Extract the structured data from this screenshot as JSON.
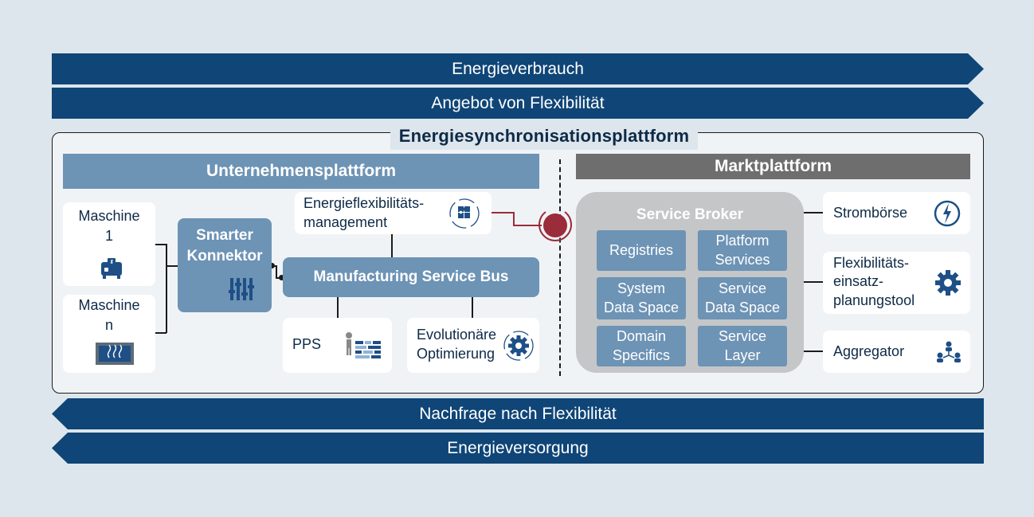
{
  "flows": {
    "top": [
      "Energieverbrauch",
      "Angebot von Flexibilität"
    ],
    "bottom": [
      "Nachfrage nach Flexibilität",
      "Energieversorgung"
    ]
  },
  "platform": {
    "title": "Energiesynchronisationsplattform"
  },
  "company": {
    "title": "Unternehmensplattform",
    "machine1": "Maschine\n1",
    "machineN": "Maschine\nn",
    "connector": "Smarter\nKonnektor",
    "efm": "Energieflexibilitäts-\nmanagement",
    "msb": "Manufacturing Service Bus",
    "pps": "PPS",
    "evo": "Evolutionäre\nOptimierung"
  },
  "market": {
    "title": "Marktplattform",
    "broker_title": "Service Broker",
    "cells": [
      "Registries",
      "Platform\nServices",
      "System\nData Space",
      "Service\nData Space",
      "Domain\nSpecifics",
      "Service\nLayer"
    ],
    "services": {
      "exchange": "Strombörse",
      "tool": "Flexibilitäts-\neinsatz-\nplanungstool",
      "aggregator": "Aggregator"
    }
  },
  "colors": {
    "flow": "#0f4577",
    "company_header": "#6d93b5",
    "market_header": "#6e6e6e",
    "broker": "#c4c6c8",
    "connector_dot": "#9b2c3a",
    "icon": "#1e4f86"
  }
}
